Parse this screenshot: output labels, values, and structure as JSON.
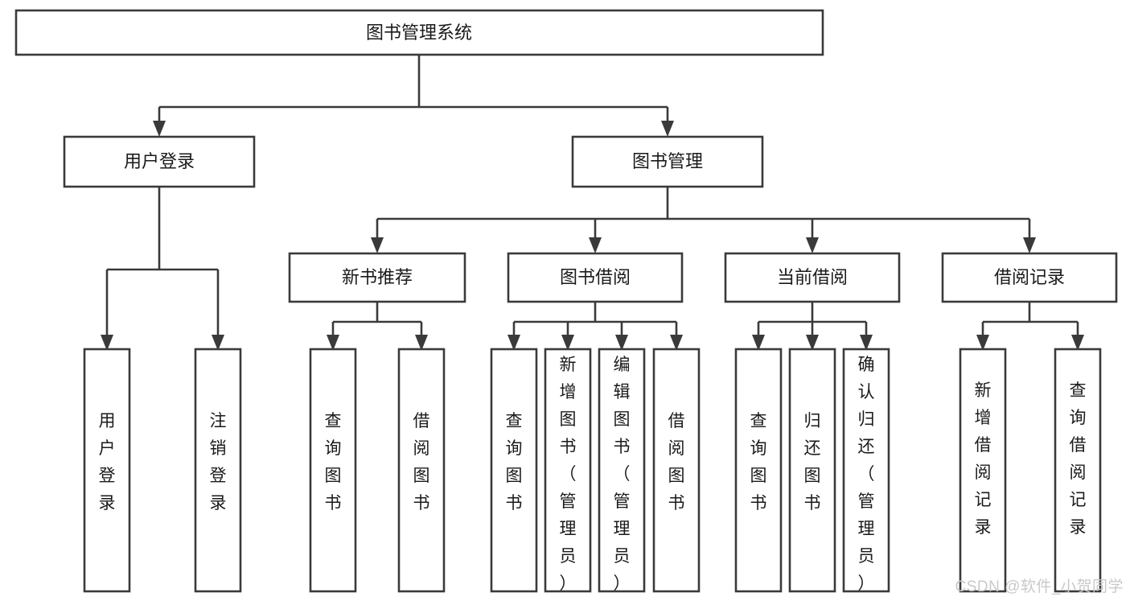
{
  "diagram": {
    "type": "tree-hierarchy",
    "title": "图书管理系统",
    "background_color": "#ffffff",
    "stroke_color": "#3a3a3a",
    "fill_color": "#ffffff",
    "text_color": "#1a1a1a",
    "root": {
      "label": "图书管理系统"
    },
    "level2": [
      {
        "label": "用户登录"
      },
      {
        "label": "图书管理"
      }
    ],
    "level3": [
      {
        "label": "新书推荐"
      },
      {
        "label": "图书借阅"
      },
      {
        "label": "当前借阅"
      },
      {
        "label": "借阅记录"
      }
    ],
    "leaves": {
      "user_login": [
        {
          "label": "用户登录"
        },
        {
          "label": "注销登录"
        }
      ],
      "new_book_recommend": [
        {
          "label": "查询图书"
        },
        {
          "label": "借阅图书"
        }
      ],
      "book_borrow": [
        {
          "label": "查询图书"
        },
        {
          "label": "新增图书（管理员）"
        },
        {
          "label": "编辑图书（管理员）"
        },
        {
          "label": "借阅图书"
        }
      ],
      "current_borrow": [
        {
          "label": "查询图书"
        },
        {
          "label": "归还图书"
        },
        {
          "label": "确认归还（管理员）"
        }
      ],
      "borrow_record": [
        {
          "label": "新增借阅记录"
        },
        {
          "label": "查询借阅记录"
        }
      ]
    }
  },
  "watermark": {
    "text": "CSDN @软件_小贺同学",
    "color": "#c9c9c9"
  }
}
